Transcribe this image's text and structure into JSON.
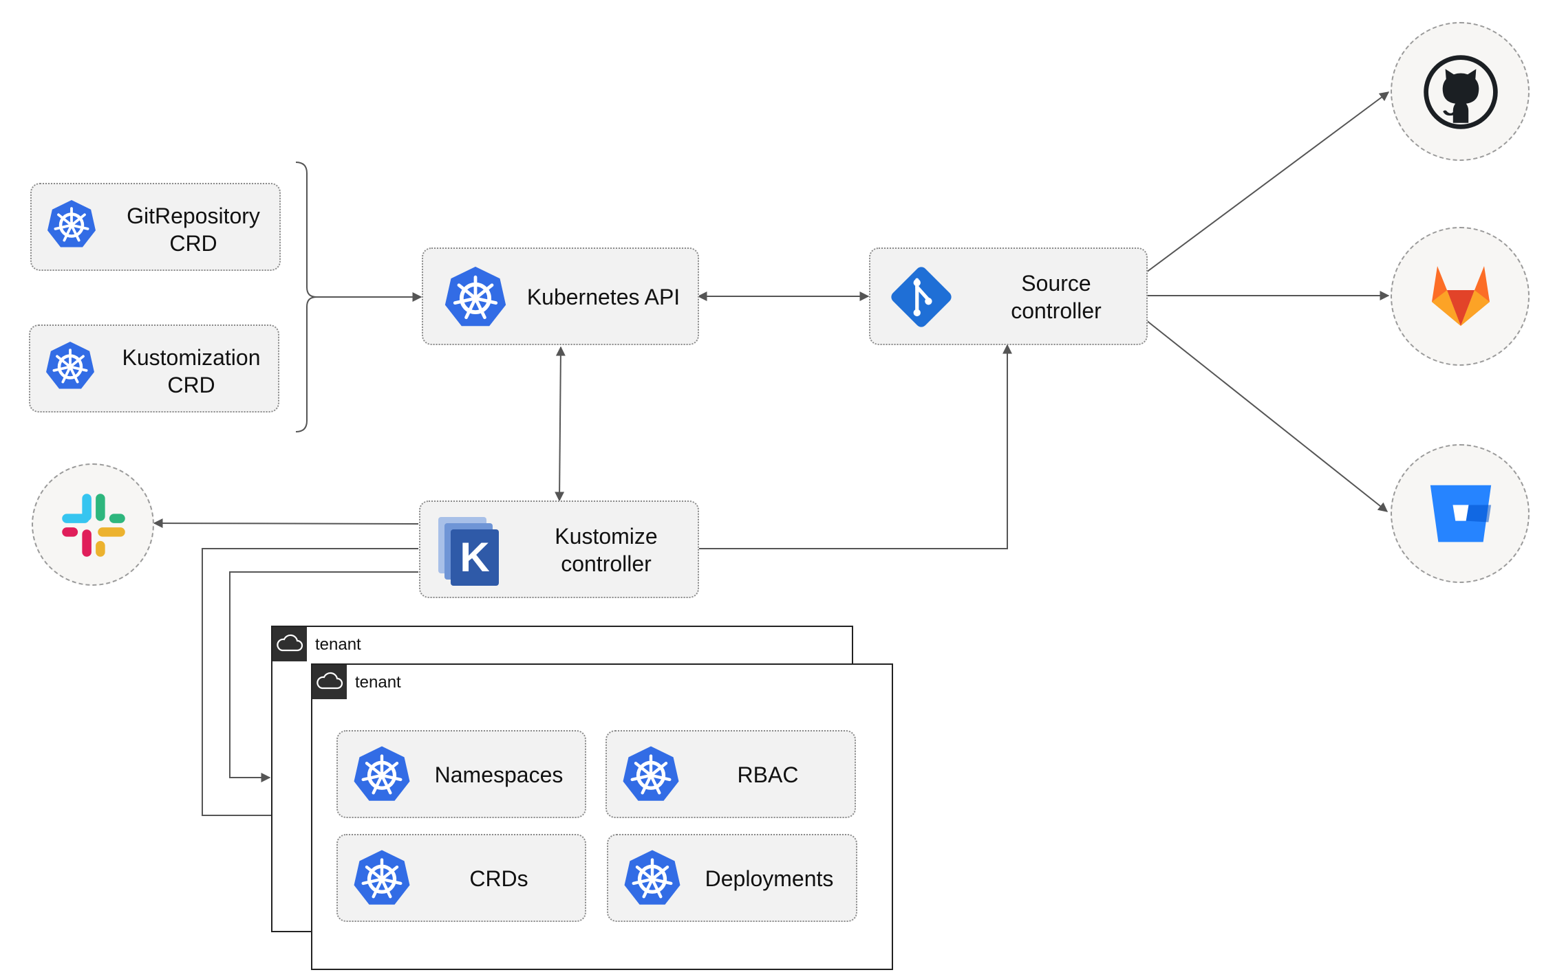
{
  "nodes": {
    "gitrepo_crd": "GitRepository\nCRD",
    "kustomization_crd": "Kustomization\nCRD",
    "kubernetes_api": "Kubernetes API",
    "source_controller": "Source\ncontroller",
    "kustomize_controller": "Kustomize\ncontroller",
    "namespaces": "Namespaces",
    "rbac": "RBAC",
    "crds": "CRDs",
    "deployments": "Deployments"
  },
  "tenants": {
    "back": "tenant",
    "front": "tenant"
  },
  "kustomize_icon_letter": "K",
  "icons": {
    "kubernetes": "kubernetes-helm-icon",
    "git": "git-icon",
    "kustomize": "kustomize-icon",
    "github": "github-icon",
    "gitlab": "gitlab-icon",
    "bitbucket": "bitbucket-icon",
    "slack": "slack-icon",
    "cloud": "cloud-icon"
  },
  "colors": {
    "kubernetes_blue": "#326ce5",
    "git_blue": "#1f6fd6",
    "bitbucket_blue": "#2684ff",
    "gitlab_orange": "#fc6d26",
    "box_bg": "#f2f2f2",
    "wire": "#555555"
  }
}
